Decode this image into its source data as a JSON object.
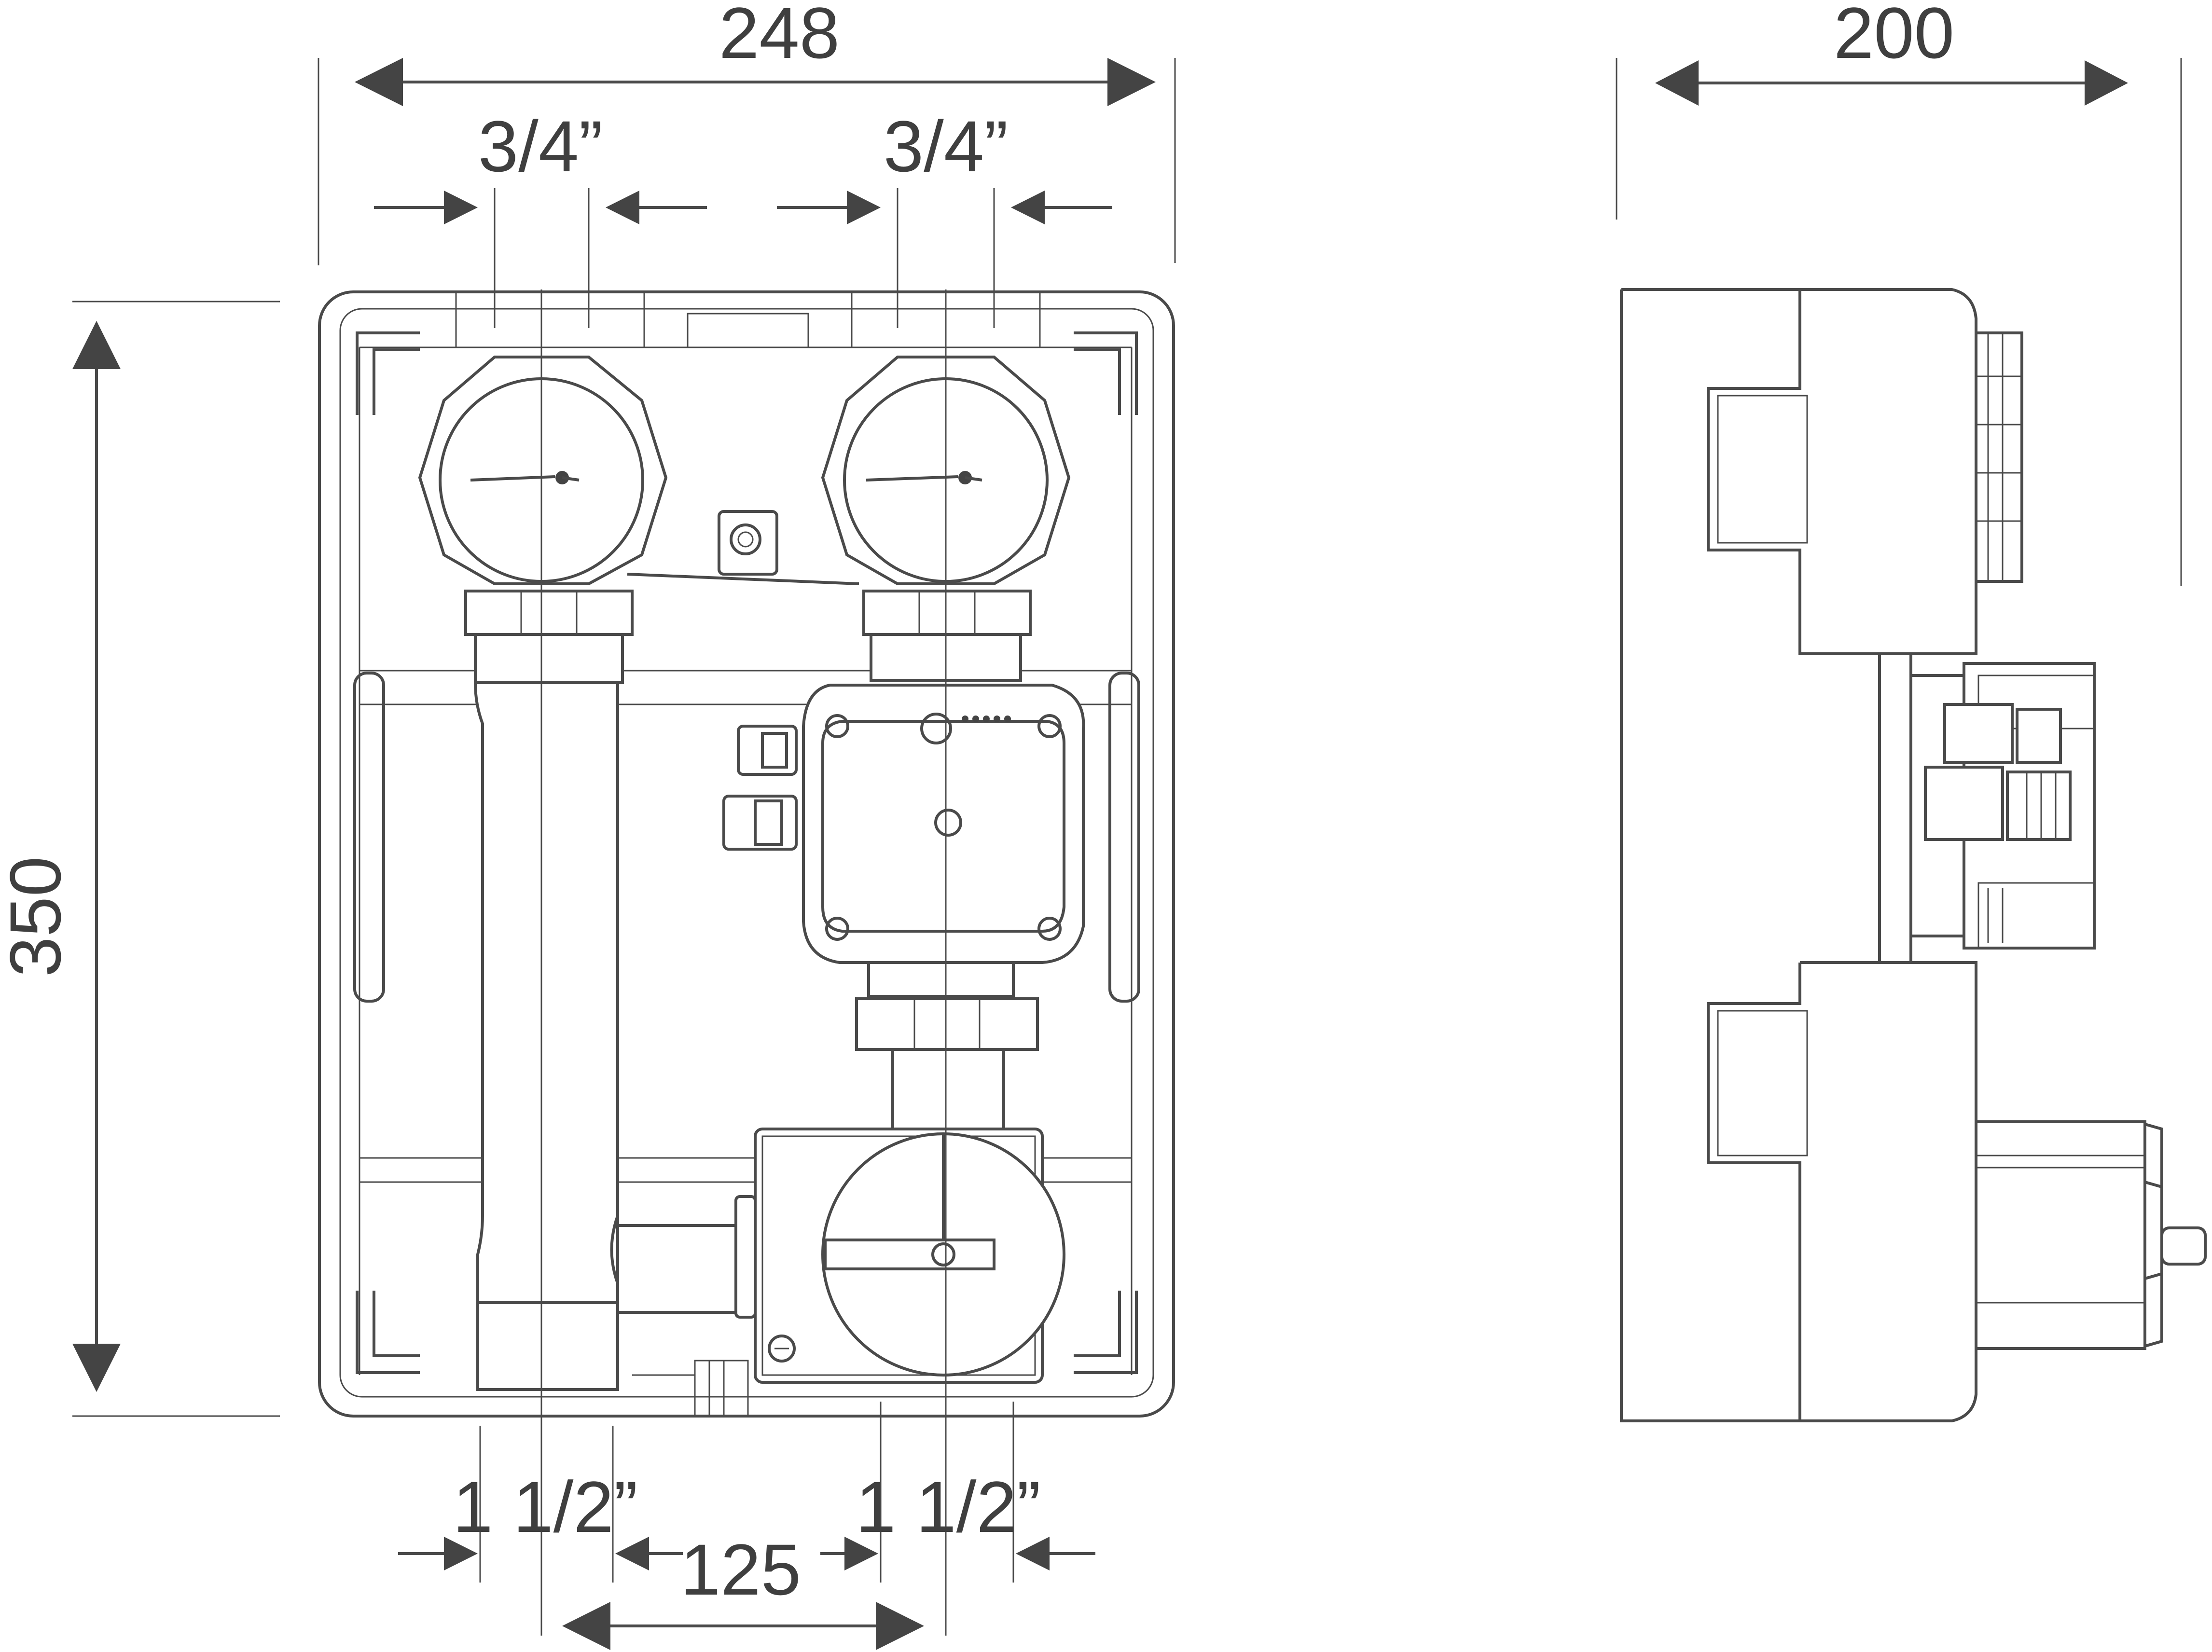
{
  "dimensions": {
    "overall_width": "248",
    "top_left_port": "3/4”",
    "top_right_port": "3/4”",
    "height": "350",
    "depth": "200",
    "bottom_left_port": "1 1/2”",
    "bottom_right_port": "1 1/2”",
    "axis_spacing": "125"
  },
  "colors": {
    "line": "#4a4a4a",
    "background": "#ffffff",
    "text": "#3f3f3f"
  }
}
